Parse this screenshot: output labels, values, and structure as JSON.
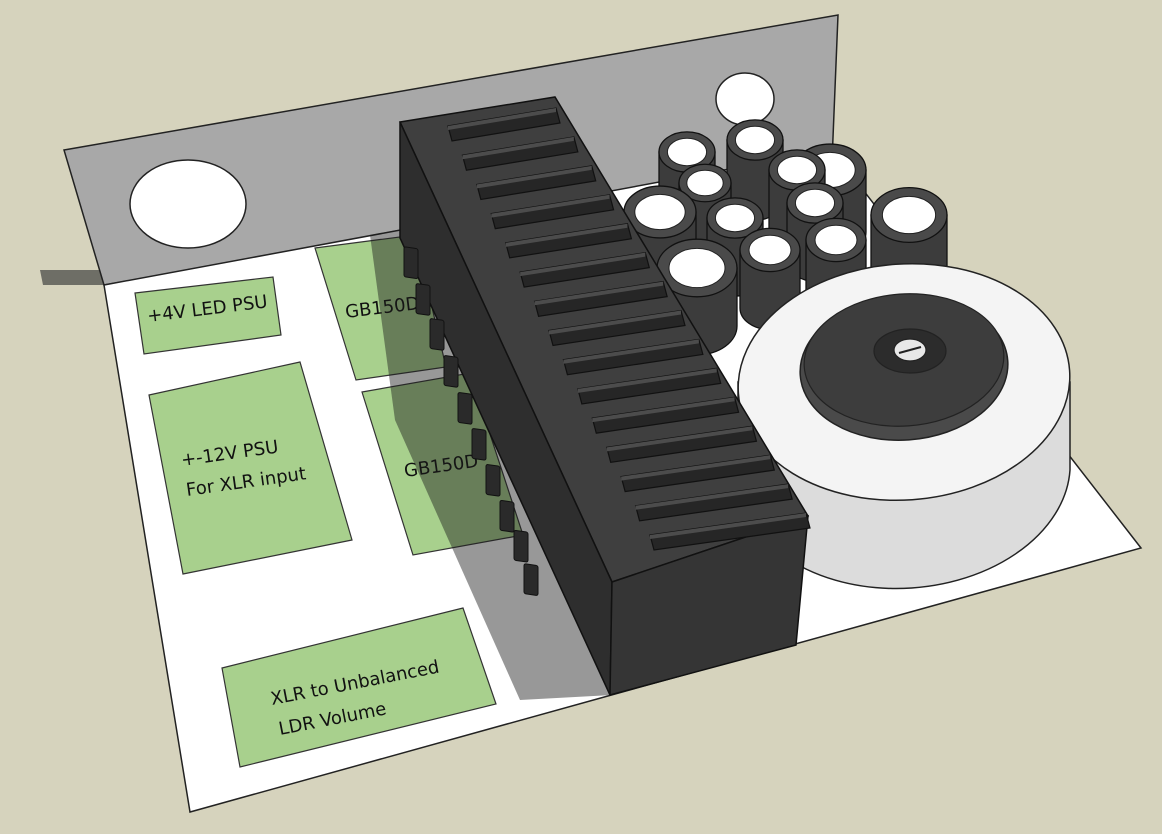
{
  "colors": {
    "background": "#d6d3bd",
    "board": "#ffffff",
    "bracket": "#a9a9a9",
    "module_green": "#a8d08d",
    "heatsink": "#3a3a3a",
    "capacitor": "#404040",
    "transformer": "#f2f2f2"
  },
  "modules": {
    "led_psu": {
      "line1": "+4V LED PSU"
    },
    "gb150d_upper": {
      "line1": "GB150D"
    },
    "psu_12v": {
      "line1": "+-12V PSU",
      "line2": "For XLR input"
    },
    "gb150d_lower": {
      "line1": "GB150D"
    },
    "xlr_ldr": {
      "line1": "XLR to Unbalanced",
      "line2": "LDR Volume"
    }
  },
  "icons": {
    "heatsink": "heatsink-icon",
    "capacitor": "capacitor-icon",
    "transformer": "toroidal-transformer-icon",
    "mounting_hole": "mounting-hole-icon"
  }
}
